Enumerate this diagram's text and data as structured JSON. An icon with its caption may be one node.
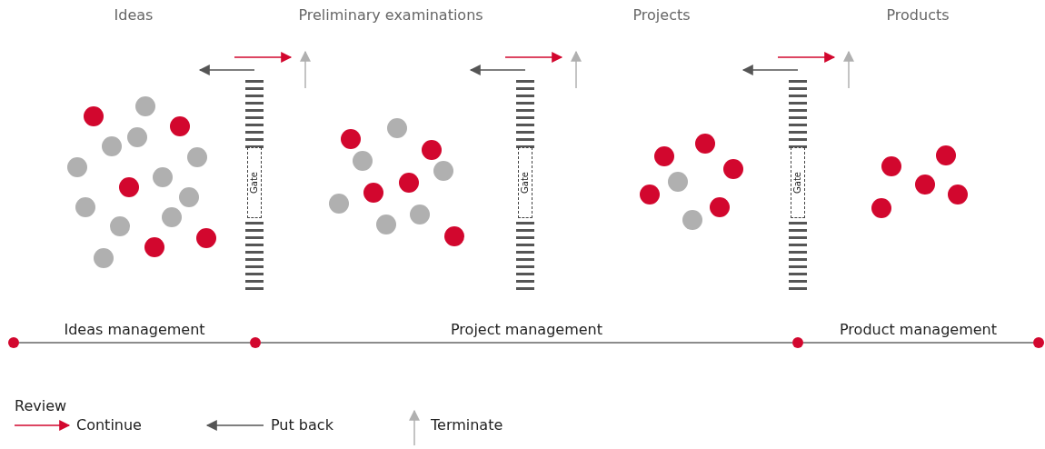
{
  "diagram": {
    "nodes": [
      {
        "text": [
          "Gate"
        ]
      },
      {
        "text": [
          "Gate"
        ]
      },
      {
        "text": [
          "Gate"
        ]
      },
      {
        "text": [],
        "shape": "circle"
      },
      {
        "text": [],
        "shape": "circle"
      },
      {
        "text": [],
        "shape": "circle"
      },
      {
        "text": [],
        "shape": "circle"
      }
    ],
    "edges": [
      {
        "from": 3,
        "to": 4,
        "arrow": "none",
        "label": "Ideas management"
      },
      {
        "from": 4,
        "to": 5,
        "arrow": "none",
        "label": "Project management"
      },
      {
        "from": 5,
        "to": 6,
        "arrow": "none",
        "label": "Product management"
      }
    ],
    "labels": [
      "Ideas",
      "Preliminary examinations",
      "Projects",
      "Products",
      "Review"
    ],
    "legend": [
      {
        "text": "Continue"
      },
      {
        "text": "Put back"
      },
      {
        "text": "Terminate"
      }
    ]
  }
}
